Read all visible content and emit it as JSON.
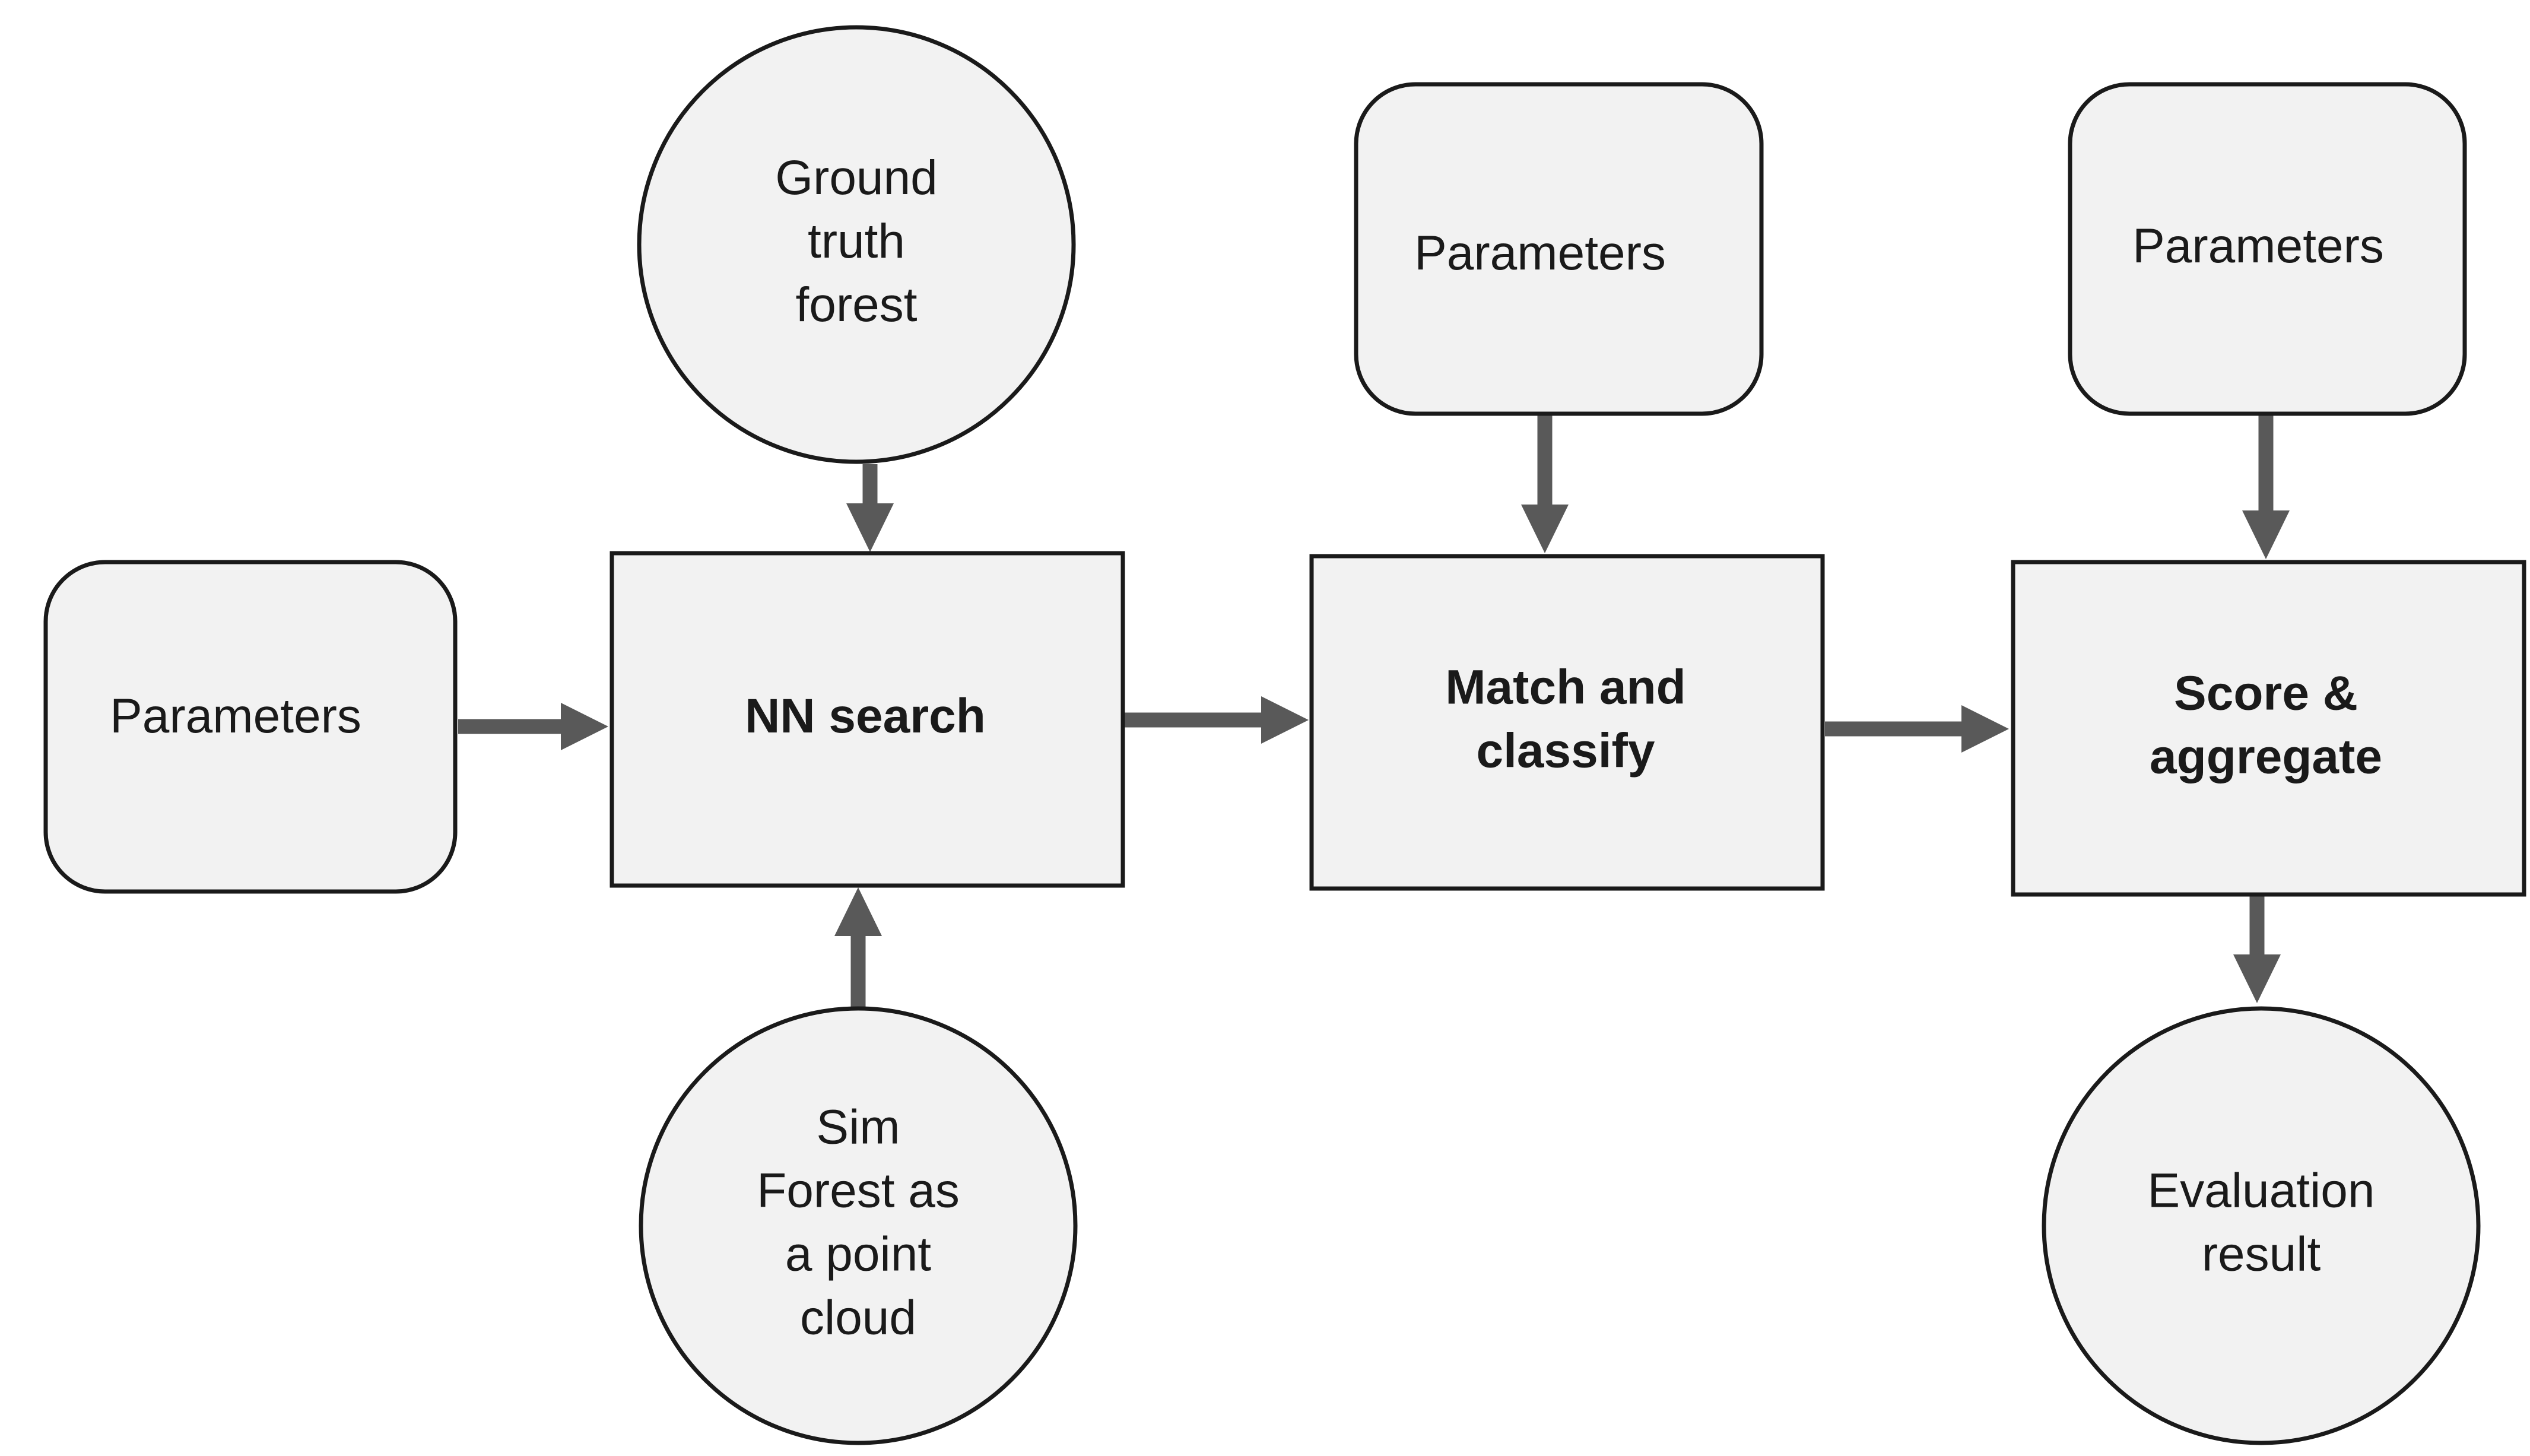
{
  "colors": {
    "node_fill": "#f2f2f2",
    "node_stroke": "#1a1a1a",
    "arrow": "#595959",
    "text": "#1a1a1a"
  },
  "nodes": {
    "ground_truth": {
      "shape": "circle",
      "lines": [
        "Ground",
        "truth",
        "forest"
      ]
    },
    "sim_forest": {
      "shape": "circle",
      "lines": [
        "Sim",
        "Forest as",
        "a point",
        "cloud"
      ]
    },
    "params_nn": {
      "shape": "rounded-rect",
      "lines": [
        "Parameters"
      ]
    },
    "nn_search": {
      "shape": "rect",
      "lines": [
        "NN search"
      ],
      "bold": true
    },
    "params_match": {
      "shape": "rounded-rect",
      "lines": [
        "Parameters"
      ]
    },
    "match_classify": {
      "shape": "rect",
      "lines": [
        "Match and",
        "classify"
      ],
      "bold": true
    },
    "params_score": {
      "shape": "rounded-rect",
      "lines": [
        "Parameters"
      ]
    },
    "score_aggregate": {
      "shape": "rect",
      "lines": [
        "Score &",
        "aggregate"
      ],
      "bold": true
    },
    "evaluation": {
      "shape": "circle",
      "lines": [
        "Evaluation",
        "result"
      ]
    }
  },
  "edges": [
    {
      "from": "params_nn",
      "to": "nn_search"
    },
    {
      "from": "ground_truth",
      "to": "nn_search"
    },
    {
      "from": "sim_forest",
      "to": "nn_search"
    },
    {
      "from": "nn_search",
      "to": "match_classify"
    },
    {
      "from": "params_match",
      "to": "match_classify"
    },
    {
      "from": "match_classify",
      "to": "score_aggregate"
    },
    {
      "from": "params_score",
      "to": "score_aggregate"
    },
    {
      "from": "score_aggregate",
      "to": "evaluation"
    }
  ]
}
